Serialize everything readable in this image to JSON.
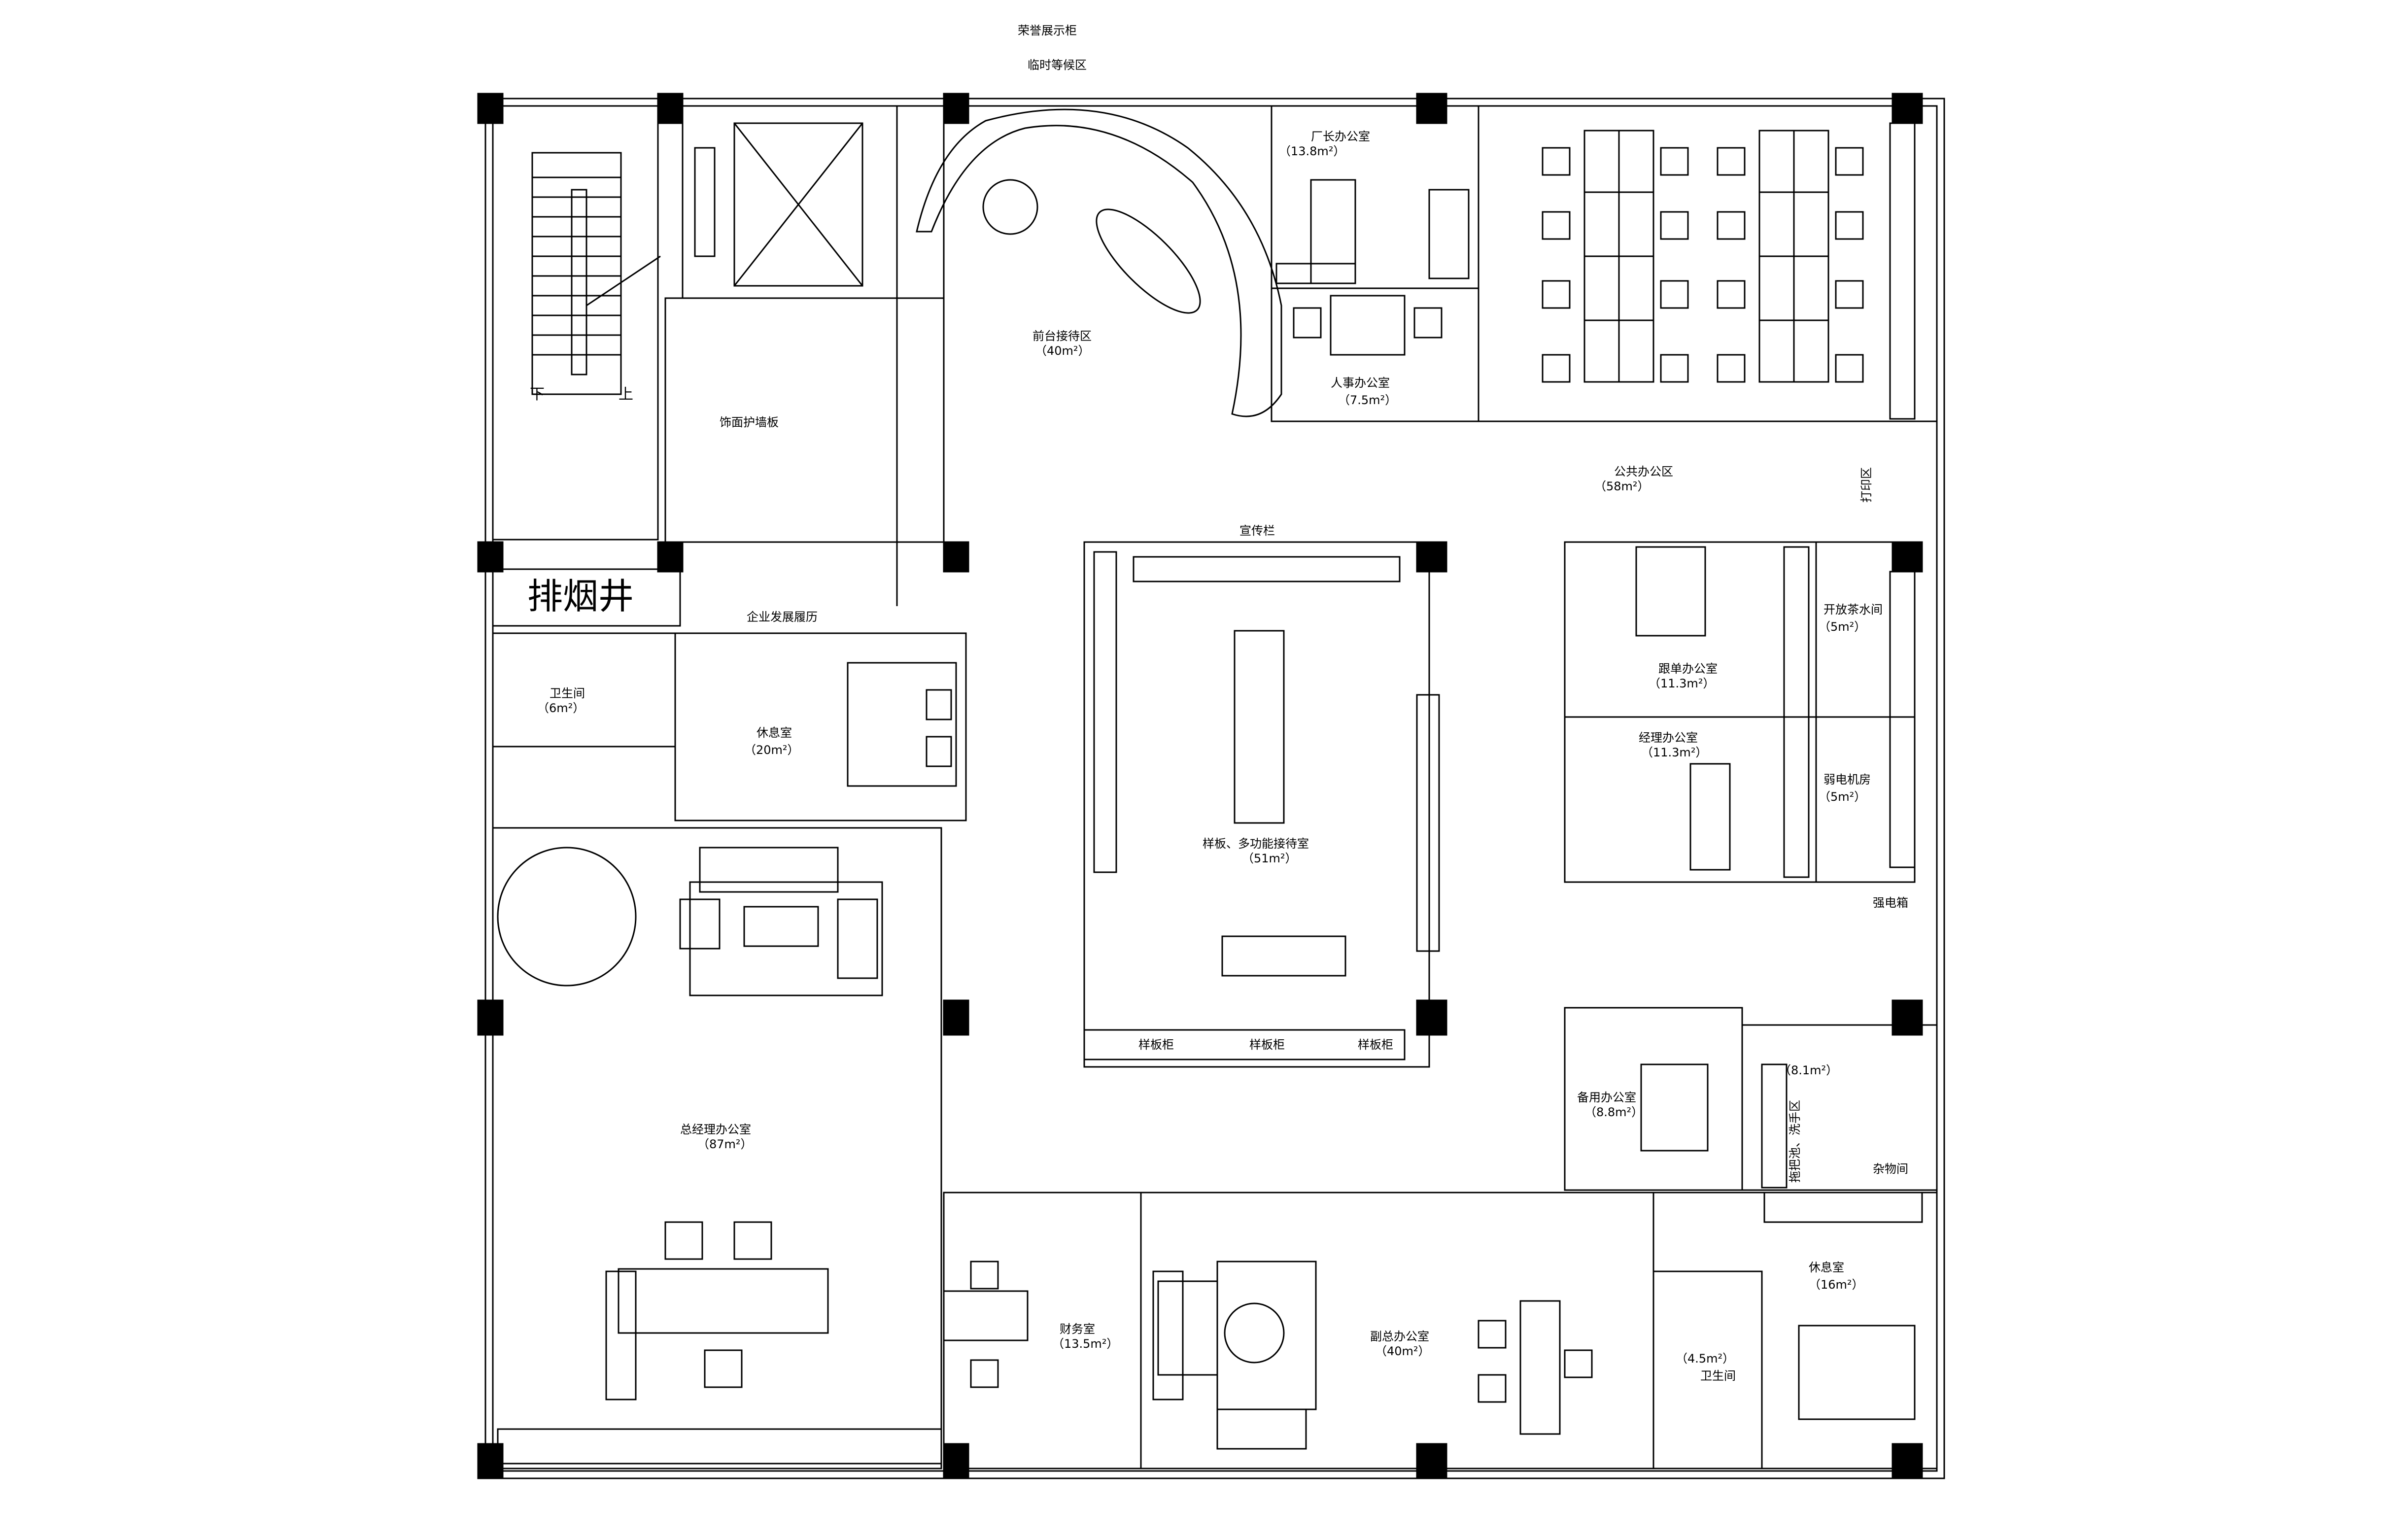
{
  "rooms": {
    "display_cabinet": "荣誉展示柜",
    "waiting_area": "临时等候区",
    "factory_director": "厂长办公室",
    "factory_director_area": "（13.8m²）",
    "reception": "前台接待区",
    "reception_area": "（40m²）",
    "hr_office": "人事办公室",
    "hr_area": "（7.5m²）",
    "decor_panel": "饰面护墙板",
    "smoke_shaft": "排烟井",
    "history_gallery": "企业发展履历",
    "publicity_board": "宣传栏",
    "public_office": "公共办公区",
    "public_area": "（58m²）",
    "print_area": "打印区",
    "restroom": "卫生间",
    "restroom_area": "（6m²）",
    "lounge": "休息室",
    "lounge_area": "（20m²）",
    "showroom": "样板、多功能接待室",
    "showroom_area": "（51m²）",
    "sample_cabinet": "样板柜",
    "followup_office": "跟单办公室",
    "followup_area": "（11.3m²）",
    "tea_room": "开放茶水间",
    "tea_area": "（5m²）",
    "manager_office": "经理办公室",
    "manager_area": "（11.3m²）",
    "weak_room": "弱电机房",
    "weak_area": "（5m²）",
    "power_box": "强电箱",
    "gm_office": "总经理办公室",
    "gm_area": "（87m²）",
    "spare_office": "备用办公室",
    "spare_area": "（8.8m²）",
    "washroom_area": "（8.1m²）",
    "mop_basin": "拖把池、洗手区",
    "storage": "杂物间",
    "finance": "财务室",
    "finance_area": "（13.5m²）",
    "vice_gm": "副总办公室",
    "vice_gm_area": "（40m²）",
    "lounge2": "休息室",
    "lounge2_area": "（16m²）",
    "restroom2_area": "（4.5m²）",
    "restroom2": "卫生间",
    "stair_down": "下",
    "stair_up": "上"
  }
}
